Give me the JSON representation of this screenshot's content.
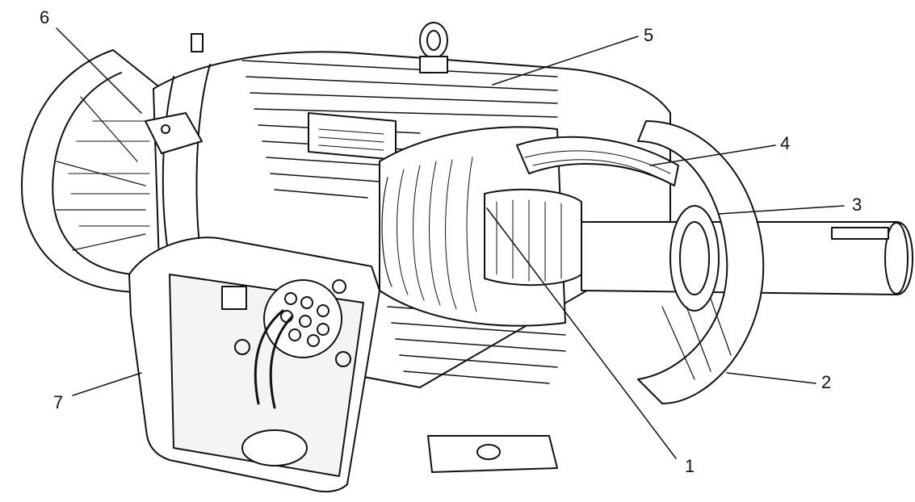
{
  "diagram": {
    "labels": {
      "l1": "1",
      "l2": "2",
      "l3": "3",
      "l4": "4",
      "l5": "5",
      "l6": "6",
      "l7": "7"
    }
  },
  "colors": {
    "ink": "#111111",
    "paper": "#ffffff",
    "shade": "#e9e9e9"
  }
}
